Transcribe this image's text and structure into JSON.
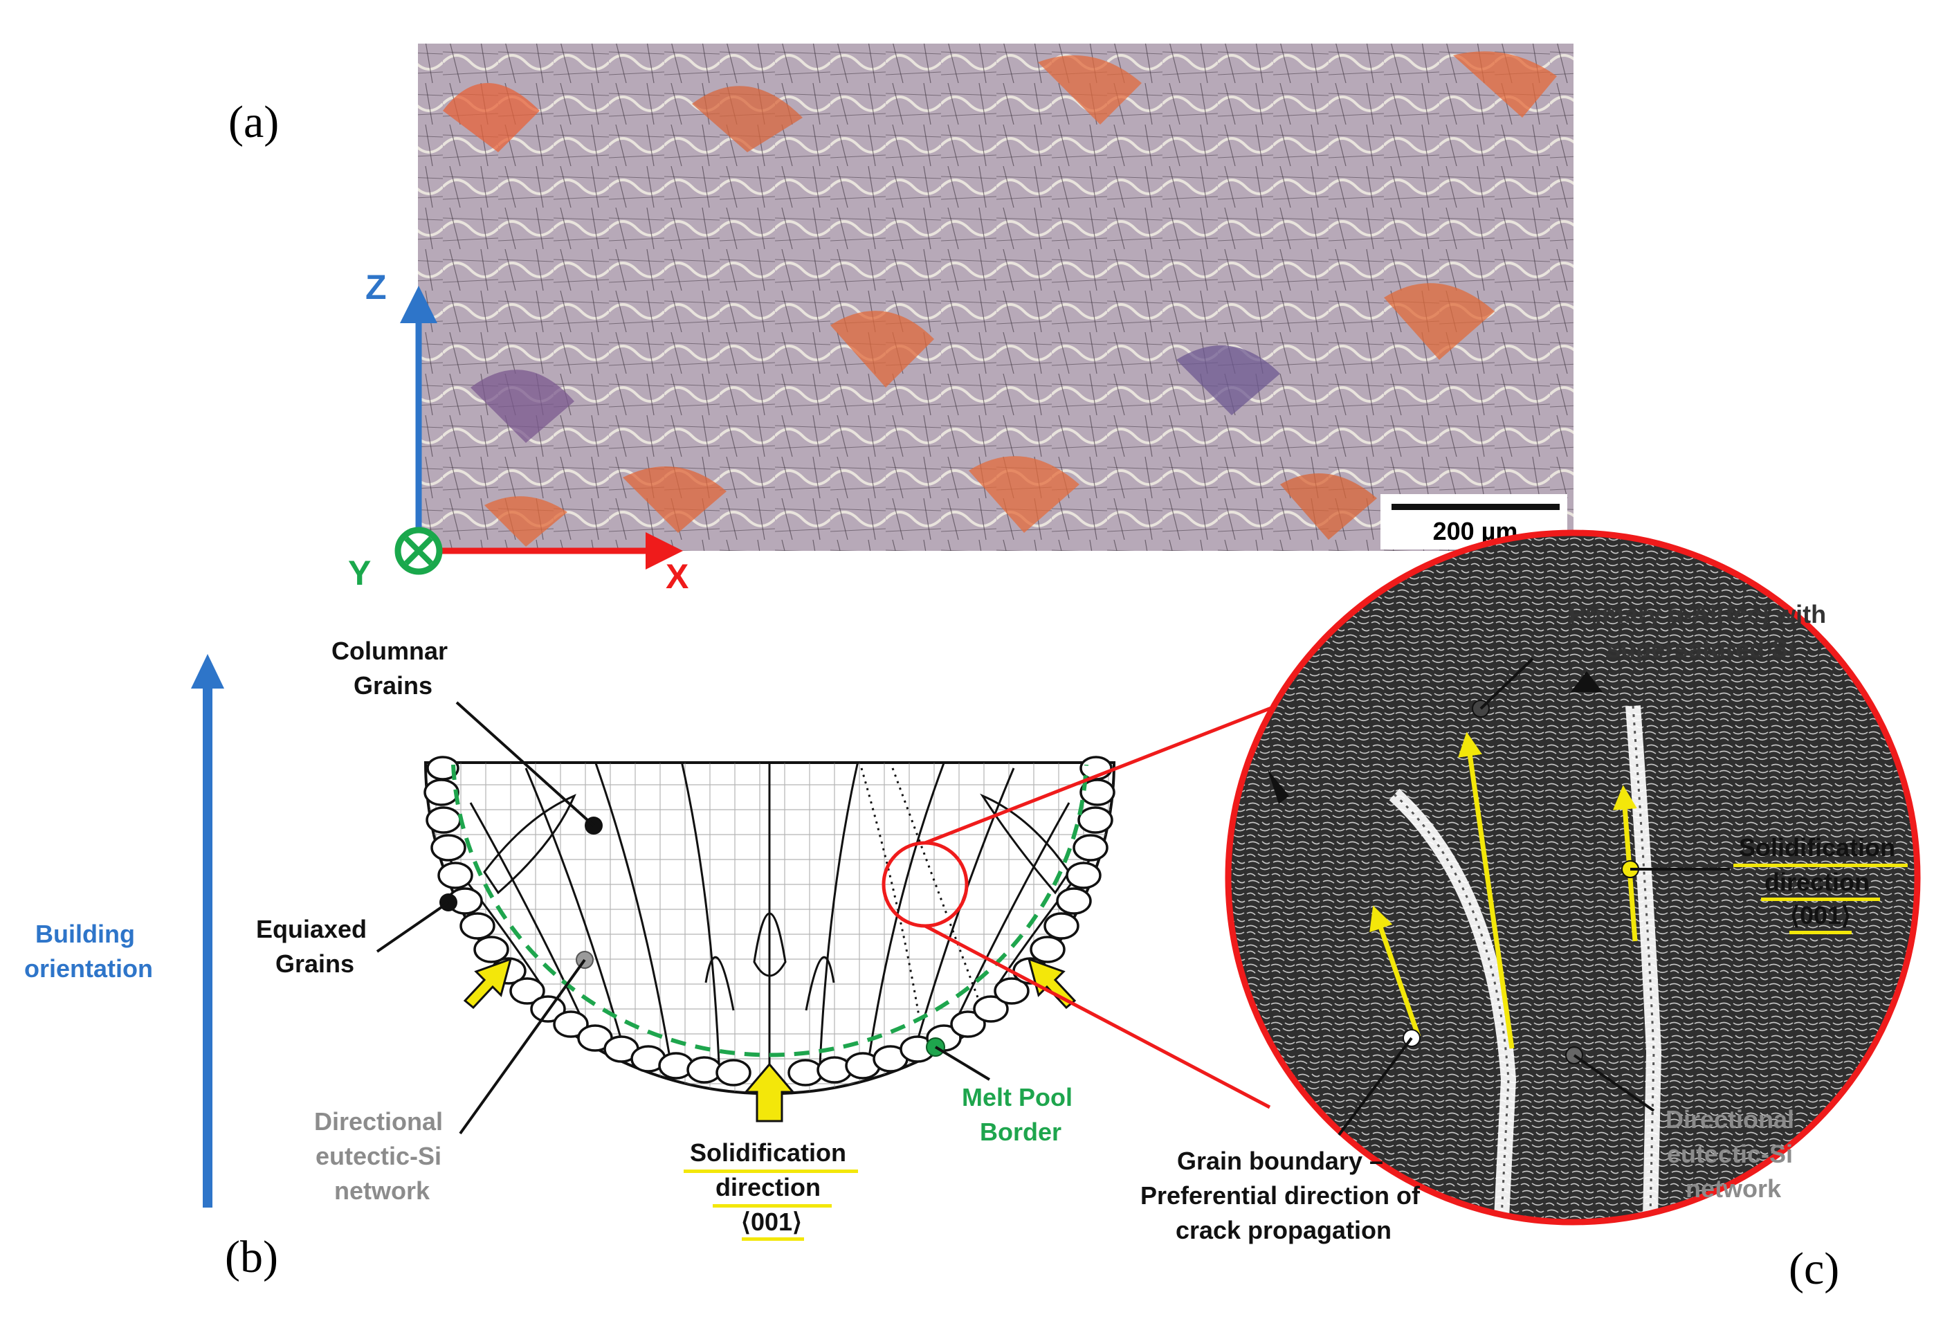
{
  "panels": {
    "a": "(a)",
    "b": "(b)",
    "c": "(c)"
  },
  "axes": {
    "z": "Z",
    "x": "X",
    "y": "Y"
  },
  "scale_bar": "200 µm",
  "building_orientation": [
    "Building",
    "orientation"
  ],
  "labels": {
    "columnar": [
      "Columnar",
      "Grains"
    ],
    "equiaxed": [
      "Equiaxed",
      "Grains"
    ],
    "network_b": [
      "Directional",
      "eutectic-Si",
      "network"
    ],
    "solid_b": [
      "Solidification",
      "direction",
      "⟨001⟩"
    ],
    "melt_pool": [
      "Melt Pool",
      "Border"
    ],
    "primary": [
      "Primary α-Al(fcc) with",
      "supersatured Si"
    ],
    "solid_c": [
      "Solidification",
      "direction",
      "⟨001⟩"
    ],
    "grain_boundary": [
      "Grain boundary –",
      "Preferential direction of",
      "crack propagation"
    ],
    "network_c": [
      "Directional",
      "eutectic-Si",
      "network"
    ]
  },
  "colors": {
    "blue": "#2e75c9",
    "red": "#ef1b1b",
    "green": "#1aa84c",
    "yellow": "#f3e70a",
    "gray": "#8c8c8c",
    "melt_green": "#1ea54d"
  }
}
